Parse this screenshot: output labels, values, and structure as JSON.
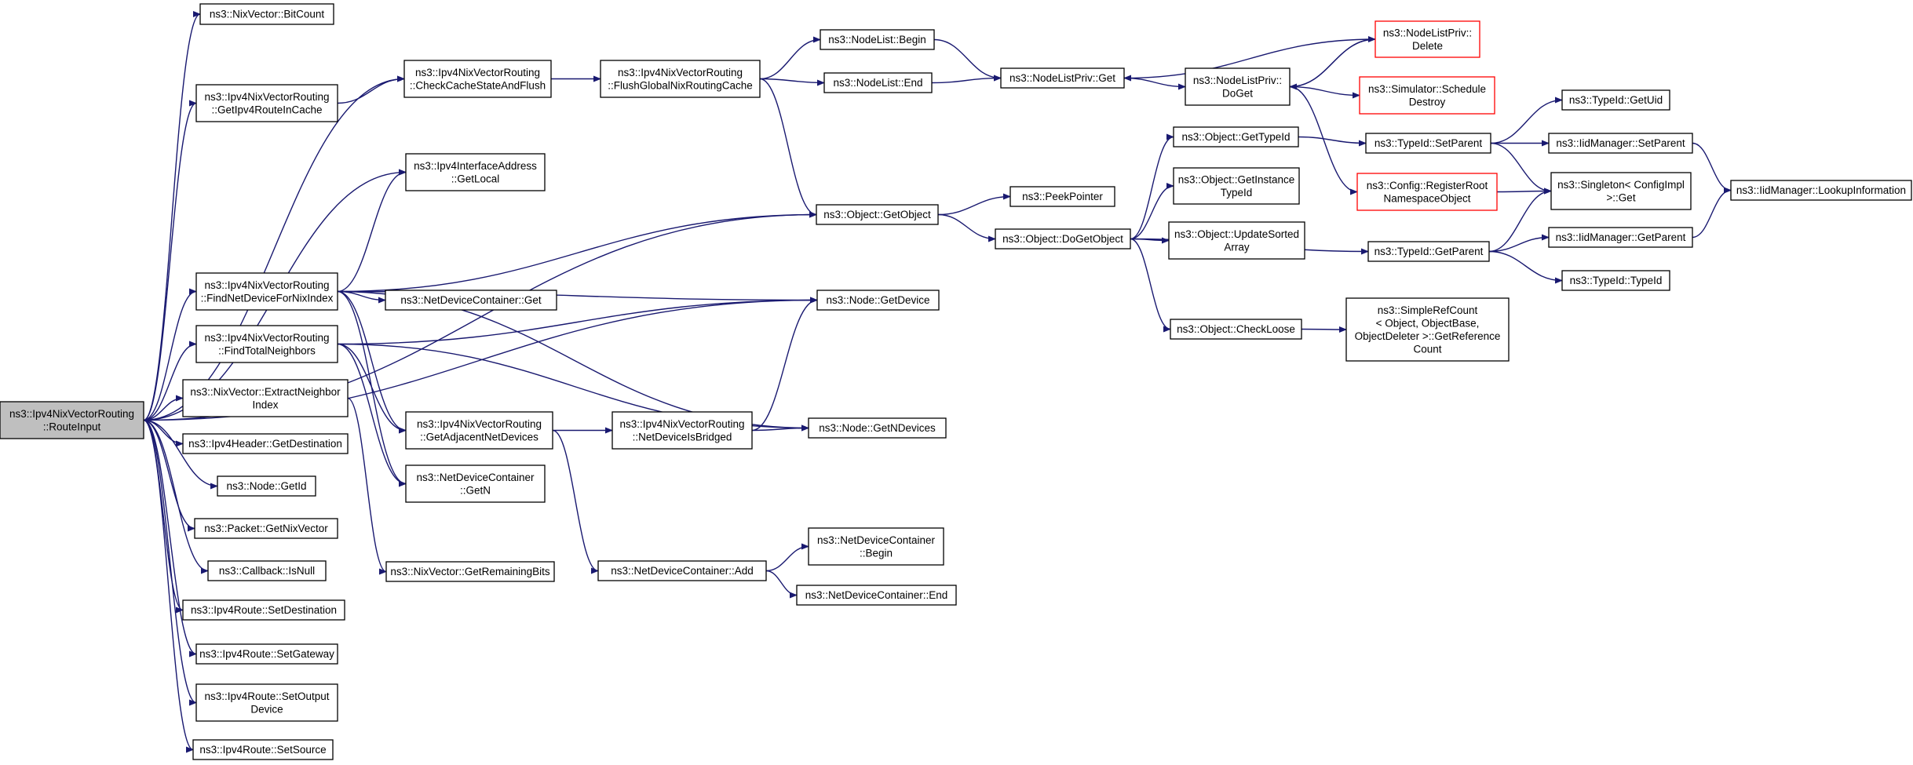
{
  "diagram": {
    "colors": {
      "edge": "#191970",
      "box_border": "#000000",
      "unresolved_border": "#ff0000",
      "root_fill": "#bfbfbf"
    },
    "nodes": {
      "route_input": {
        "lines": [
          "ns3::Ipv4NixVectorRouting",
          "::RouteInput"
        ],
        "style": "root"
      },
      "bitcount": {
        "lines": [
          "ns3::NixVector::BitCount"
        ]
      },
      "getipv4routeincache": {
        "lines": [
          "ns3::Ipv4NixVectorRouting",
          "::GetIpv4RouteInCache"
        ]
      },
      "checkcache": {
        "lines": [
          "ns3::Ipv4NixVectorRouting",
          "::CheckCacheStateAndFlush"
        ]
      },
      "flushglobal": {
        "lines": [
          "ns3::Ipv4NixVectorRouting",
          "::FlushGlobalNixRoutingCache"
        ]
      },
      "nodelist_begin": {
        "lines": [
          "ns3::NodeList::Begin"
        ]
      },
      "nodelist_end": {
        "lines": [
          "ns3::NodeList::End"
        ]
      },
      "nodelistpriv_get": {
        "lines": [
          "ns3::NodeListPriv::Get"
        ]
      },
      "nodelistpriv_doget": {
        "lines": [
          "ns3::NodeListPriv::",
          "DoGet"
        ]
      },
      "nodelistpriv_delete": {
        "lines": [
          "ns3::NodeListPriv::",
          "Delete"
        ],
        "style": "red"
      },
      "simulator_schedule": {
        "lines": [
          "ns3::Simulator::Schedule",
          "Destroy"
        ],
        "style": "red"
      },
      "config_register": {
        "lines": [
          "ns3::Config::RegisterRoot",
          "NamespaceObject"
        ],
        "style": "red"
      },
      "getlocal": {
        "lines": [
          "ns3::Ipv4InterfaceAddress",
          "::GetLocal"
        ]
      },
      "object_getobject": {
        "lines": [
          "ns3::Object::GetObject"
        ]
      },
      "peekpointer": {
        "lines": [
          "ns3::PeekPointer"
        ]
      },
      "object_dogetobject": {
        "lines": [
          "ns3::Object::DoGetObject"
        ]
      },
      "object_gettypeid": {
        "lines": [
          "ns3::Object::GetTypeId"
        ]
      },
      "object_getinstancetypeid": {
        "lines": [
          "ns3::Object::GetInstance",
          "TypeId"
        ]
      },
      "object_updatesorted": {
        "lines": [
          "ns3::Object::UpdateSorted",
          "Array"
        ]
      },
      "object_checkloose": {
        "lines": [
          "ns3::Object::CheckLoose"
        ]
      },
      "simplerefcount": {
        "lines": [
          "ns3::SimpleRefCount",
          "< Object, ObjectBase,",
          "ObjectDeleter >::GetReference",
          "Count"
        ]
      },
      "typeid_setparent": {
        "lines": [
          "ns3::TypeId::SetParent"
        ]
      },
      "typeid_getparent": {
        "lines": [
          "ns3::TypeId::GetParent"
        ]
      },
      "typeid_getuid": {
        "lines": [
          "ns3::TypeId::GetUid"
        ]
      },
      "iidmanager_setparent": {
        "lines": [
          "ns3::IidManager::SetParent"
        ]
      },
      "singleton_get": {
        "lines": [
          "ns3::Singleton< ConfigImpl",
          ">::Get"
        ]
      },
      "iidmanager_getparent": {
        "lines": [
          "ns3::IidManager::GetParent"
        ]
      },
      "typeid_typeid": {
        "lines": [
          "ns3::TypeId::TypeId"
        ]
      },
      "iidmanager_lookup": {
        "lines": [
          "ns3::IidManager::LookupInformation"
        ]
      },
      "findnetdevice": {
        "lines": [
          "ns3::Ipv4NixVectorRouting",
          "::FindNetDeviceForNixIndex"
        ]
      },
      "netdevicecontainer_get": {
        "lines": [
          "ns3::NetDeviceContainer::Get"
        ]
      },
      "node_getdevice": {
        "lines": [
          "ns3::Node::GetDevice"
        ]
      },
      "findtotalneighbors": {
        "lines": [
          "ns3::Ipv4NixVectorRouting",
          "::FindTotalNeighbors"
        ]
      },
      "extractneighbor": {
        "lines": [
          "ns3::NixVector::ExtractNeighbor",
          "Index"
        ]
      },
      "getadjacent": {
        "lines": [
          "ns3::Ipv4NixVectorRouting",
          "::GetAdjacentNetDevices"
        ]
      },
      "netdeviceisbridged": {
        "lines": [
          "ns3::Ipv4NixVectorRouting",
          "::NetDeviceIsBridged"
        ]
      },
      "node_getndevices": {
        "lines": [
          "ns3::Node::GetNDevices"
        ]
      },
      "ipv4header_getdest": {
        "lines": [
          "ns3::Ipv4Header::GetDestination"
        ]
      },
      "netdevicecontainer_getn": {
        "lines": [
          "ns3::NetDeviceContainer",
          "::GetN"
        ]
      },
      "node_getid": {
        "lines": [
          "ns3::Node::GetId"
        ]
      },
      "packet_getnixvector": {
        "lines": [
          "ns3::Packet::GetNixVector"
        ]
      },
      "callback_isnull": {
        "lines": [
          "ns3::Callback::IsNull"
        ]
      },
      "nixvector_getremaining": {
        "lines": [
          "ns3::NixVector::GetRemainingBits"
        ]
      },
      "netdevicecontainer_add": {
        "lines": [
          "ns3::NetDeviceContainer::Add"
        ]
      },
      "netdevicecontainer_begin": {
        "lines": [
          "ns3::NetDeviceContainer",
          "::Begin"
        ]
      },
      "netdevicecontainer_end": {
        "lines": [
          "ns3::NetDeviceContainer::End"
        ]
      },
      "ipv4route_setdest": {
        "lines": [
          "ns3::Ipv4Route::SetDestination"
        ]
      },
      "ipv4route_setgateway": {
        "lines": [
          "ns3::Ipv4Route::SetGateway"
        ]
      },
      "ipv4route_setoutput": {
        "lines": [
          "ns3::Ipv4Route::SetOutput",
          "Device"
        ]
      },
      "ipv4route_setsource": {
        "lines": [
          "ns3::Ipv4Route::SetSource"
        ]
      }
    },
    "edges": [
      [
        "route_input",
        "bitcount"
      ],
      [
        "route_input",
        "checkcache"
      ],
      [
        "route_input",
        "getipv4routeincache"
      ],
      [
        "route_input",
        "node_getdevice"
      ],
      [
        "route_input",
        "getlocal"
      ],
      [
        "route_input",
        "object_getobject"
      ],
      [
        "route_input",
        "findnetdevice"
      ],
      [
        "route_input",
        "findtotalneighbors"
      ],
      [
        "route_input",
        "extractneighbor"
      ],
      [
        "route_input",
        "ipv4header_getdest"
      ],
      [
        "route_input",
        "node_getid"
      ],
      [
        "route_input",
        "packet_getnixvector"
      ],
      [
        "route_input",
        "callback_isnull"
      ],
      [
        "route_input",
        "ipv4route_setdest"
      ],
      [
        "route_input",
        "ipv4route_setgateway"
      ],
      [
        "route_input",
        "ipv4route_setoutput"
      ],
      [
        "route_input",
        "ipv4route_setsource"
      ],
      [
        "getipv4routeincache",
        "checkcache"
      ],
      [
        "checkcache",
        "flushglobal"
      ],
      [
        "flushglobal",
        "nodelist_begin"
      ],
      [
        "flushglobal",
        "nodelist_end"
      ],
      [
        "flushglobal",
        "object_getobject"
      ],
      [
        "nodelist_begin",
        "nodelistpriv_get"
      ],
      [
        "nodelist_end",
        "nodelistpriv_get"
      ],
      [
        "nodelistpriv_get",
        "nodelistpriv_doget"
      ],
      [
        "nodelistpriv_doget",
        "nodelistpriv_delete"
      ],
      [
        "nodelistpriv_doget",
        "simulator_schedule"
      ],
      [
        "nodelistpriv_doget",
        "config_register"
      ],
      [
        "nodelistpriv_delete",
        "nodelistpriv_get"
      ],
      [
        "nodelistpriv_delete",
        "nodelistpriv_doget"
      ],
      [
        "object_getobject",
        "peekpointer"
      ],
      [
        "object_getobject",
        "object_dogetobject"
      ],
      [
        "object_dogetobject",
        "object_gettypeid"
      ],
      [
        "object_dogetobject",
        "object_getinstancetypeid"
      ],
      [
        "object_dogetobject",
        "object_updatesorted"
      ],
      [
        "object_dogetobject",
        "object_checkloose"
      ],
      [
        "object_dogetobject",
        "typeid_getparent"
      ],
      [
        "object_checkloose",
        "simplerefcount"
      ],
      [
        "object_gettypeid",
        "typeid_setparent"
      ],
      [
        "typeid_setparent",
        "typeid_getuid"
      ],
      [
        "typeid_setparent",
        "iidmanager_setparent"
      ],
      [
        "typeid_setparent",
        "singleton_get"
      ],
      [
        "config_register",
        "singleton_get"
      ],
      [
        "typeid_getparent",
        "singleton_get"
      ],
      [
        "typeid_getparent",
        "iidmanager_getparent"
      ],
      [
        "typeid_getparent",
        "typeid_typeid"
      ],
      [
        "iidmanager_setparent",
        "iidmanager_lookup"
      ],
      [
        "iidmanager_getparent",
        "iidmanager_lookup"
      ],
      [
        "findnetdevice",
        "getlocal"
      ],
      [
        "findnetdevice",
        "object_getobject"
      ],
      [
        "findnetdevice",
        "netdevicecontainer_get"
      ],
      [
        "findnetdevice",
        "node_getdevice"
      ],
      [
        "findnetdevice",
        "getadjacent"
      ],
      [
        "findnetdevice",
        "netdevicecontainer_getn"
      ],
      [
        "findnetdevice",
        "node_getndevices"
      ],
      [
        "findtotalneighbors",
        "node_getdevice"
      ],
      [
        "findtotalneighbors",
        "getadjacent"
      ],
      [
        "findtotalneighbors",
        "netdevicecontainer_getn"
      ],
      [
        "findtotalneighbors",
        "node_getndevices"
      ],
      [
        "extractneighbor",
        "nixvector_getremaining"
      ],
      [
        "getadjacent",
        "netdeviceisbridged"
      ],
      [
        "getadjacent",
        "netdevicecontainer_add"
      ],
      [
        "netdeviceisbridged",
        "node_getdevice"
      ],
      [
        "netdeviceisbridged",
        "node_getndevices"
      ],
      [
        "netdevicecontainer_add",
        "netdevicecontainer_begin"
      ],
      [
        "netdevicecontainer_add",
        "netdevicecontainer_end"
      ]
    ]
  }
}
